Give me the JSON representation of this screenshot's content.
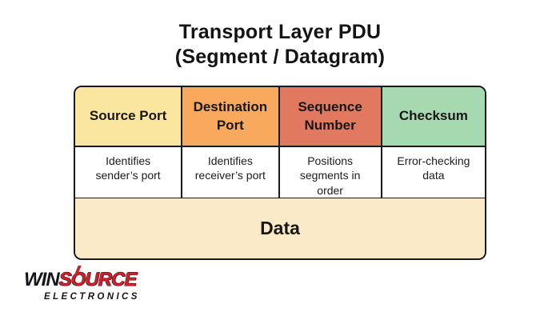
{
  "title": {
    "line1": "Transport Layer PDU",
    "line2": "(Segment / Datagram)"
  },
  "pdu_table": {
    "fields": [
      {
        "label": "Source Port",
        "description": "Identifies sender’s port",
        "color": "#FAE69E"
      },
      {
        "label": "Destination Port",
        "description": "Identifies receiver’s port",
        "color": "#F8A95E"
      },
      {
        "label": "Sequence Number",
        "description": "Positions segments in order",
        "color": "#E0795F"
      },
      {
        "label": "Checksum",
        "description": "Error-checking data",
        "color": "#A7D9B1"
      }
    ],
    "data_row": {
      "label": "Data",
      "color": "#FBEAC7"
    }
  },
  "logo": {
    "brand_part1": "WIN",
    "brand_part2": "SOURCE",
    "subtitle": "ELECTRONICS",
    "brand_red": "#C8232C",
    "brand_black": "#17171B"
  }
}
